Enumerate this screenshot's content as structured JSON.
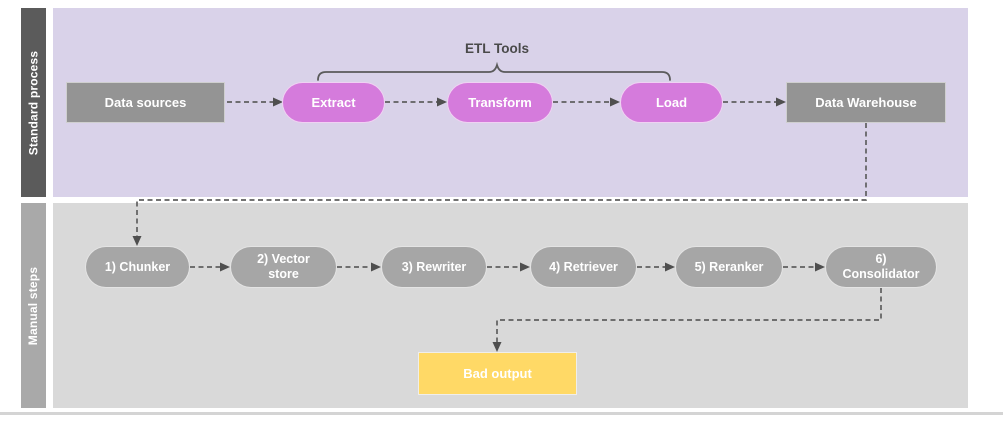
{
  "diagram": {
    "lanes": [
      {
        "label": "Standard process"
      },
      {
        "label": "Manual steps"
      }
    ],
    "bracket": {
      "label": "ETL Tools"
    },
    "standard_nodes": [
      {
        "label": "Data sources"
      },
      {
        "label": "Extract"
      },
      {
        "label": "Transform"
      },
      {
        "label": "Load"
      },
      {
        "label": "Data Warehouse"
      }
    ],
    "manual_nodes": [
      {
        "label": "1) Chunker"
      },
      {
        "label": "2) Vector store"
      },
      {
        "label": "3) Rewriter"
      },
      {
        "label": "4) Retriever"
      },
      {
        "label": "5) Reranker"
      },
      {
        "label": "6) Consolidator"
      }
    ],
    "output_node": {
      "label": "Bad output"
    },
    "colors": {
      "lane1_background": "#d9d2e9",
      "lane1_label_background": "#5b5b5b",
      "lane2_background": "#d9d9d9",
      "lane2_label_background": "#a9a9a9",
      "purple_node": "#d57bdc",
      "gray_box_node": "#949494",
      "gray_pill_node": "#a6a6a6",
      "output_node": "#ffd966",
      "node_text": "#ffffff",
      "connector": "#5f5f5f",
      "bracket_text": "#4a4a4a"
    }
  }
}
